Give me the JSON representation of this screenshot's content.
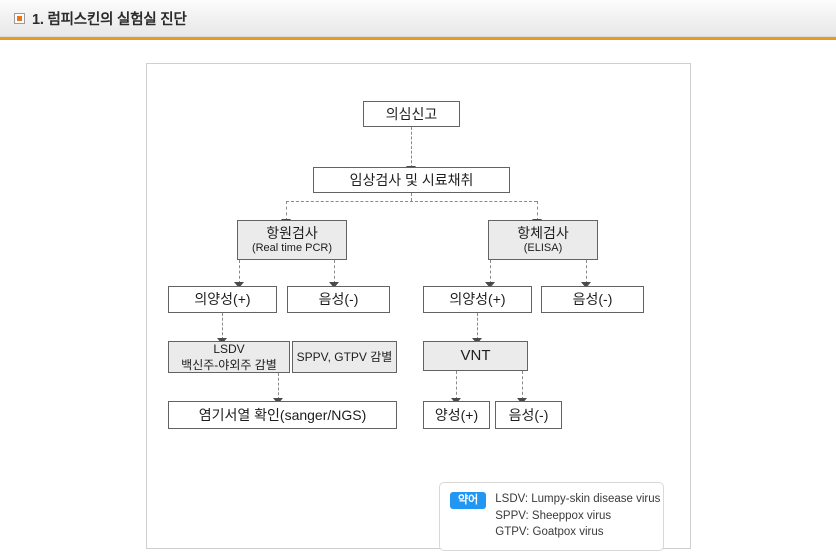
{
  "header": {
    "bullet_icon": "square-bullet-icon",
    "title": "1. 럼피스킨의 실험실 진단",
    "accent_color": "#e89a22",
    "bullet_color": "#e8761a"
  },
  "diagram": {
    "type": "flowchart",
    "nodes": [
      {
        "id": "report",
        "label": "의심신고",
        "sub": "",
        "filled": false
      },
      {
        "id": "clinical",
        "label": "임상검사 및 시료채취",
        "sub": "",
        "filled": false
      },
      {
        "id": "antigen",
        "label": "항원검사",
        "sub": "(Real time PCR)",
        "filled": true
      },
      {
        "id": "antibody",
        "label": "항체검사",
        "sub": "(ELISA)",
        "filled": true
      },
      {
        "id": "ag-pos",
        "label": "의양성(+)",
        "sub": "",
        "filled": false
      },
      {
        "id": "ag-neg",
        "label": "음성(-)",
        "sub": "",
        "filled": false
      },
      {
        "id": "ab-pos",
        "label": "의양성(+)",
        "sub": "",
        "filled": false
      },
      {
        "id": "ab-neg",
        "label": "음성(-)",
        "sub": "",
        "filled": false
      },
      {
        "id": "lsdv",
        "label": "LSDV",
        "sub": "백신주-야외주 감별",
        "filled": true
      },
      {
        "id": "sppv",
        "label": "SPPV, GTPV 감별",
        "sub": "",
        "filled": true
      },
      {
        "id": "vnt",
        "label": "VNT",
        "sub": "",
        "filled": true
      },
      {
        "id": "sequencing",
        "label": "염기서열 확인(sanger/NGS)",
        "sub": "",
        "filled": false
      },
      {
        "id": "vnt-pos",
        "label": "양성(+)",
        "sub": "",
        "filled": false
      },
      {
        "id": "vnt-neg",
        "label": "음성(-)",
        "sub": "",
        "filled": false
      }
    ],
    "edges": [
      {
        "from": "report",
        "to": "clinical"
      },
      {
        "from": "clinical",
        "to": "antigen"
      },
      {
        "from": "clinical",
        "to": "antibody"
      },
      {
        "from": "antigen",
        "to": "ag-pos"
      },
      {
        "from": "antigen",
        "to": "ag-neg"
      },
      {
        "from": "antibody",
        "to": "ab-pos"
      },
      {
        "from": "antibody",
        "to": "ab-neg"
      },
      {
        "from": "ag-pos",
        "to": "lsdv"
      },
      {
        "from": "lsdv",
        "to": "sequencing"
      },
      {
        "from": "ab-pos",
        "to": "vnt"
      },
      {
        "from": "vnt",
        "to": "vnt-pos"
      },
      {
        "from": "vnt",
        "to": "vnt-neg"
      }
    ]
  },
  "legend": {
    "badge": "약어",
    "entries": [
      "LSDV: Lumpy-skin disease virus",
      "SPPV: Sheeppox virus",
      "GTPV:  Goatpox virus"
    ]
  }
}
